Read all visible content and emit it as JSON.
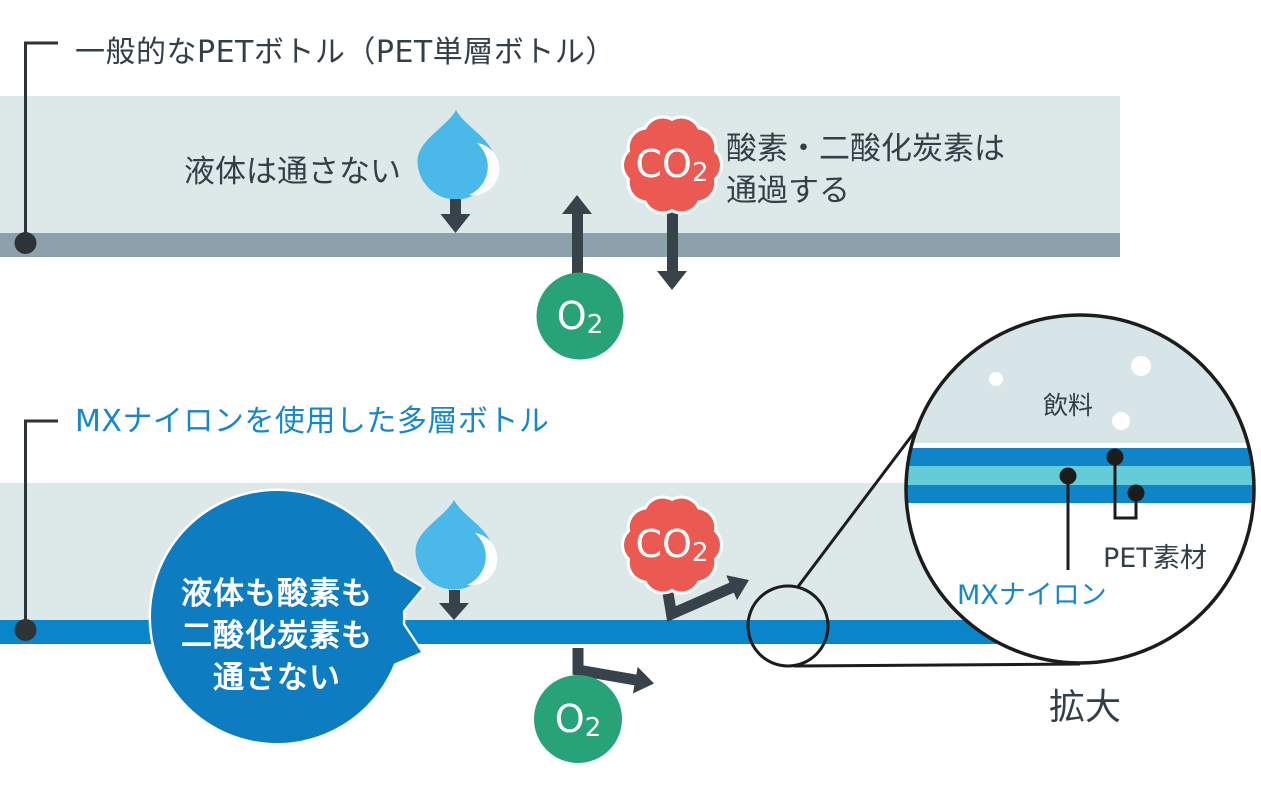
{
  "colors": {
    "light_band": "#dde8e9",
    "gray_pet_bar": "#8ca1ac",
    "blue_bar": "#0886c9",
    "bubble_blue": "#0d7cc0",
    "drop_blue": "#4ab9ea",
    "co2_red": "#ea5a52",
    "o2_green": "#28a277",
    "mx_cyan": "#63ccd8",
    "pet_layer_blue": "#0e85c8",
    "dark_text": "#333f48",
    "title_blue": "#1787c9",
    "outline_black": "#1c1c1c",
    "beverage_fill": "#d7e4e8"
  },
  "top_section": {
    "title": "一般的なPETボトル（PET単層ボトル）",
    "liquid_label": "液体は通さない",
    "gas_label_line1": "酸素・二酸化炭素は",
    "gas_label_line2": "通過する",
    "co2_main": "CO",
    "co2_sub": "2",
    "o2_main": "O",
    "o2_sub": "2"
  },
  "bottom_section": {
    "title": "MXナイロンを使用した多層ボトル",
    "bubble_line1": "液体も酸素も",
    "bubble_line2": "二酸化炭素も",
    "bubble_line3": "通さない",
    "co2_main": "CO",
    "co2_sub": "2",
    "o2_main": "O",
    "o2_sub": "2"
  },
  "magnifier": {
    "beverage_label": "飲料",
    "pet_label": "PET素材",
    "mx_label": "MXナイロン",
    "zoom_label": "拡大"
  }
}
